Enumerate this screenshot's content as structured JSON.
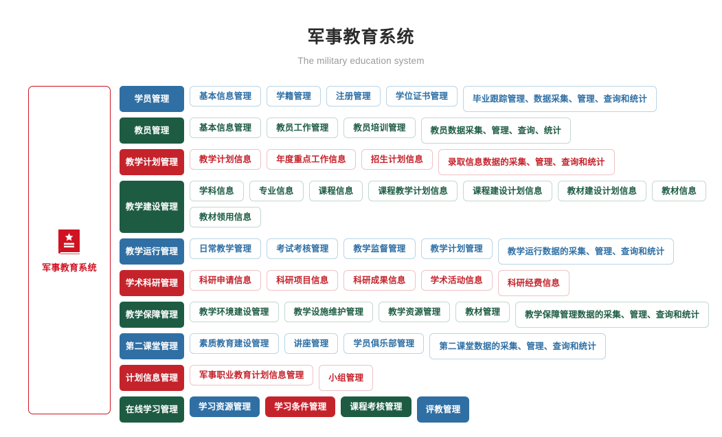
{
  "header": {
    "title": "军事教育系统",
    "subtitle": "The military education system"
  },
  "sidebar": {
    "icon": "book-star-icon",
    "label": "军事教育系统",
    "border_color": "#cf1322"
  },
  "palette": {
    "blue": "#2f6fa4",
    "green": "#1d5c43",
    "red": "#c5232c",
    "blue_border": "#b9d4e6",
    "green_border": "#c3d8cf",
    "red_border": "#eec2c5"
  },
  "rows": [
    {
      "category": "学员管理",
      "color": "blue",
      "style": "outline",
      "items": [
        "基本信息管理",
        "学籍管理",
        "注册管理",
        "学位证书管理",
        "毕业跟踪管理、数据采集、管理、查询和统计"
      ]
    },
    {
      "category": "教员管理",
      "color": "green",
      "style": "outline",
      "items": [
        "基本信息管理",
        "教员工作管理",
        "教员培训管理",
        "教员数据采集、管理、查询、统计"
      ]
    },
    {
      "category": "教学计划管理",
      "color": "red",
      "style": "outline",
      "items": [
        "教学计划信息",
        "年度重点工作信息",
        "招生计划信息",
        "录取信息数据的采集、管理、查询和统计"
      ]
    },
    {
      "category": "教学建设管理",
      "color": "green",
      "style": "outline",
      "tall": true,
      "items": [
        "学科信息",
        "专业信息",
        "课程信息",
        "课程教学计划信息",
        "课程建设计划信息",
        "教材建设计划信息",
        "教材信息",
        "教材领用信息"
      ]
    },
    {
      "category": "教学运行管理",
      "color": "blue",
      "style": "outline",
      "items": [
        "日常教学管理",
        "考试考核管理",
        "教学监督管理",
        "教学计划管理",
        "教学运行数据的采集、管理、查询和统计"
      ]
    },
    {
      "category": "学术科研管理",
      "color": "red",
      "style": "outline",
      "items": [
        "科研申请信息",
        "科研项目信息",
        "科研成果信息",
        "学术活动信息",
        "科研经费信息"
      ]
    },
    {
      "category": "教学保障管理",
      "color": "green",
      "style": "outline",
      "items": [
        "教学环境建设管理",
        "教学设施维护管理",
        "教学资源管理",
        "教材管理",
        "教学保障管理数据的采集、管理、查询和统计"
      ]
    },
    {
      "category": "第二课堂管理",
      "color": "blue",
      "style": "outline",
      "items": [
        "素质教育建设管理",
        "讲座管理",
        "学员俱乐部管理",
        "第二课堂数据的采集、管理、查询和统计"
      ]
    },
    {
      "category": "计划信息管理",
      "color": "red",
      "style": "outline",
      "items": [
        "军事职业教育计划信息管理",
        "小组管理"
      ]
    },
    {
      "category": "在线学习管理",
      "color": "green",
      "style": "solid",
      "items": [
        {
          "label": "学习资源管理",
          "color": "blue"
        },
        {
          "label": "学习条件管理",
          "color": "red"
        },
        {
          "label": "课程考核管理",
          "color": "green"
        },
        {
          "label": "评教管理",
          "color": "blue"
        }
      ]
    }
  ]
}
